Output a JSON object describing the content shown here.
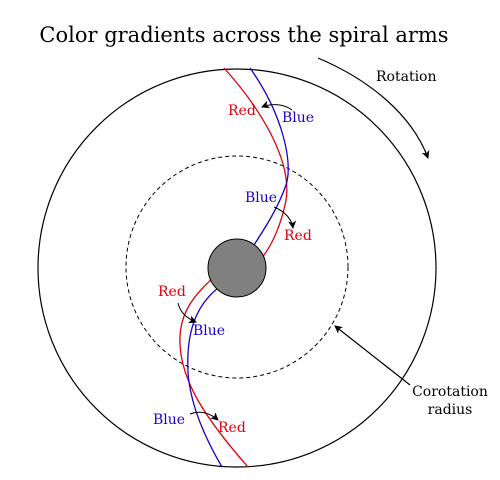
{
  "title": "Color gradients across the spiral arms",
  "labels": {
    "rotation": "Rotation",
    "corotation_line1": "Corotation",
    "corotation_line2": "radius",
    "red": "Red",
    "blue": "Blue"
  },
  "colors": {
    "red_arm": "#e0000b",
    "blue_arm": "#1a00cc",
    "bulge": "#808080",
    "outline": "#000000"
  }
}
